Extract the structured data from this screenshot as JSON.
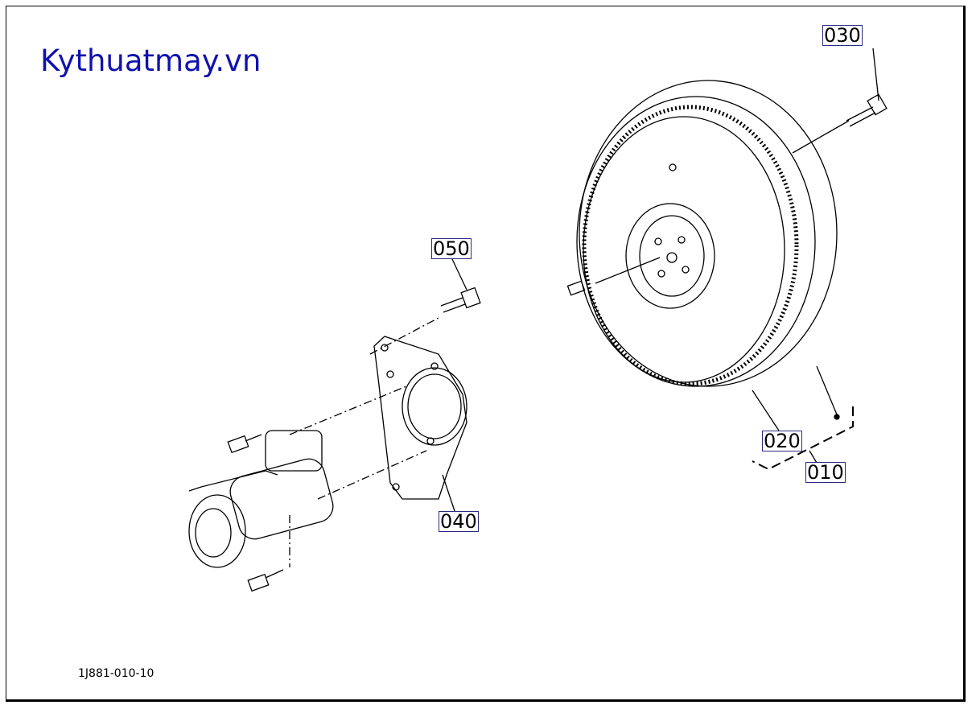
{
  "brand": "Kythuatmay.vn",
  "diagram_code": "1J881-010-10",
  "callouts": {
    "p010": "010",
    "p020": "020",
    "p030": "030",
    "p040": "040",
    "p050": "050"
  }
}
